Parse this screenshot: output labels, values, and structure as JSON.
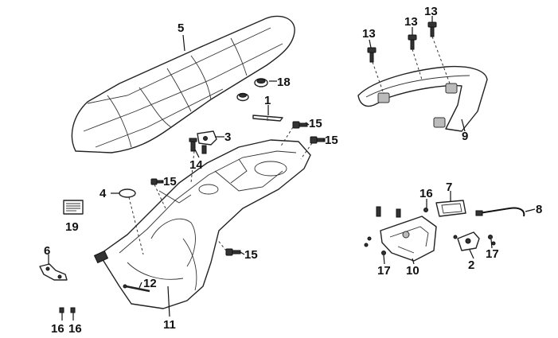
{
  "callouts": {
    "p1": "1",
    "p2": "2",
    "p3": "3",
    "p4": "4",
    "p5": "5",
    "p6": "6",
    "p7": "7",
    "p8": "8",
    "p9": "9",
    "p10": "10",
    "p11": "11",
    "p12": "12",
    "p13a": "13",
    "p13b": "13",
    "p13c": "13",
    "p14": "14",
    "p15a": "15",
    "p15b": "15",
    "p15c": "15",
    "p15d": "15",
    "p16a": "16",
    "p16b": "16",
    "p16c": "16",
    "p17a": "17",
    "p17b": "17",
    "p18": "18",
    "p19": "19"
  }
}
